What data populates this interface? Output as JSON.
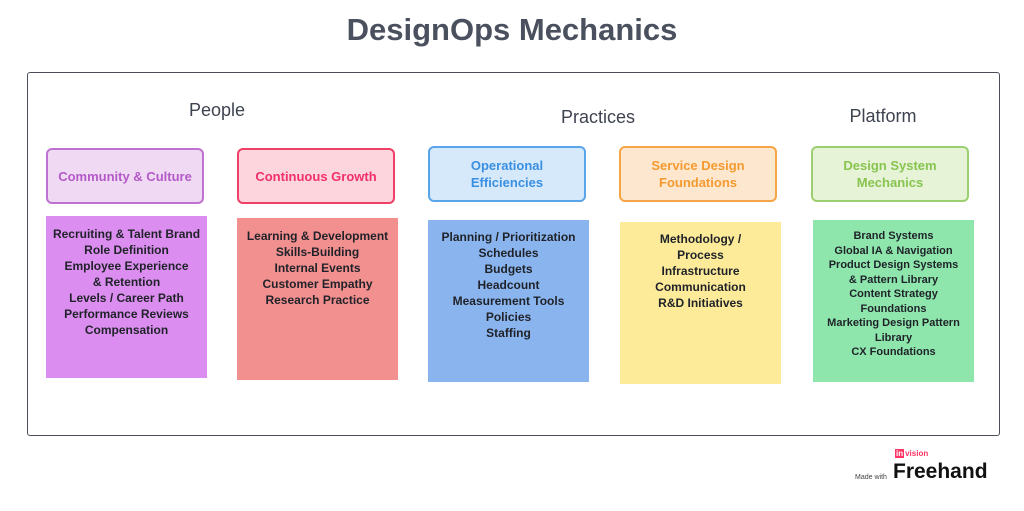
{
  "title": "DesignOps Mechanics",
  "headings": {
    "people": "People",
    "practices": "Practices",
    "platform": "Platform"
  },
  "columns": [
    {
      "header": "Community & Culture",
      "header_color": "#b459c8",
      "body_color": "#dc8ef0",
      "items": [
        "Recruiting & Talent Brand",
        "Role Definition",
        "Employee Experience",
        "& Retention",
        "Levels / Career Path",
        "Performance Reviews",
        "Compensation"
      ]
    },
    {
      "header": "Continuous Growth",
      "header_color": "#f0306a",
      "body_color": "#f28f8f",
      "items": [
        "Learning & Development",
        "Skills-Building",
        "Internal Events",
        "Customer Empathy",
        "Research Practice"
      ]
    },
    {
      "header": "Operational Efficiencies",
      "header_color": "#3a8fe0",
      "body_color": "#8ab4ee",
      "items": [
        "Planning / Prioritization",
        "Schedules",
        "Budgets",
        "Headcount",
        "Measurement Tools",
        "Policies",
        "Staffing"
      ]
    },
    {
      "header": "Service Design Foundations",
      "header_color": "#f59a30",
      "body_color": "#fdeb9a",
      "items": [
        "Methodology /",
        "Process",
        "Infrastructure",
        "Communication",
        "R&D Initiatives"
      ]
    },
    {
      "header": "Design System Mechanics",
      "header_color": "#88c450",
      "body_color": "#8ee6ad",
      "items": [
        "Brand Systems",
        "Global IA & Navigation",
        "Product Design Systems",
        "& Pattern Library",
        "Content Strategy",
        "Foundations",
        "Marketing Design Pattern",
        "Library",
        "CX Foundations"
      ]
    }
  ],
  "footer": {
    "made_with": "Made with",
    "brand": "Freehand",
    "logo_in": "in",
    "logo_vision": "vision"
  }
}
